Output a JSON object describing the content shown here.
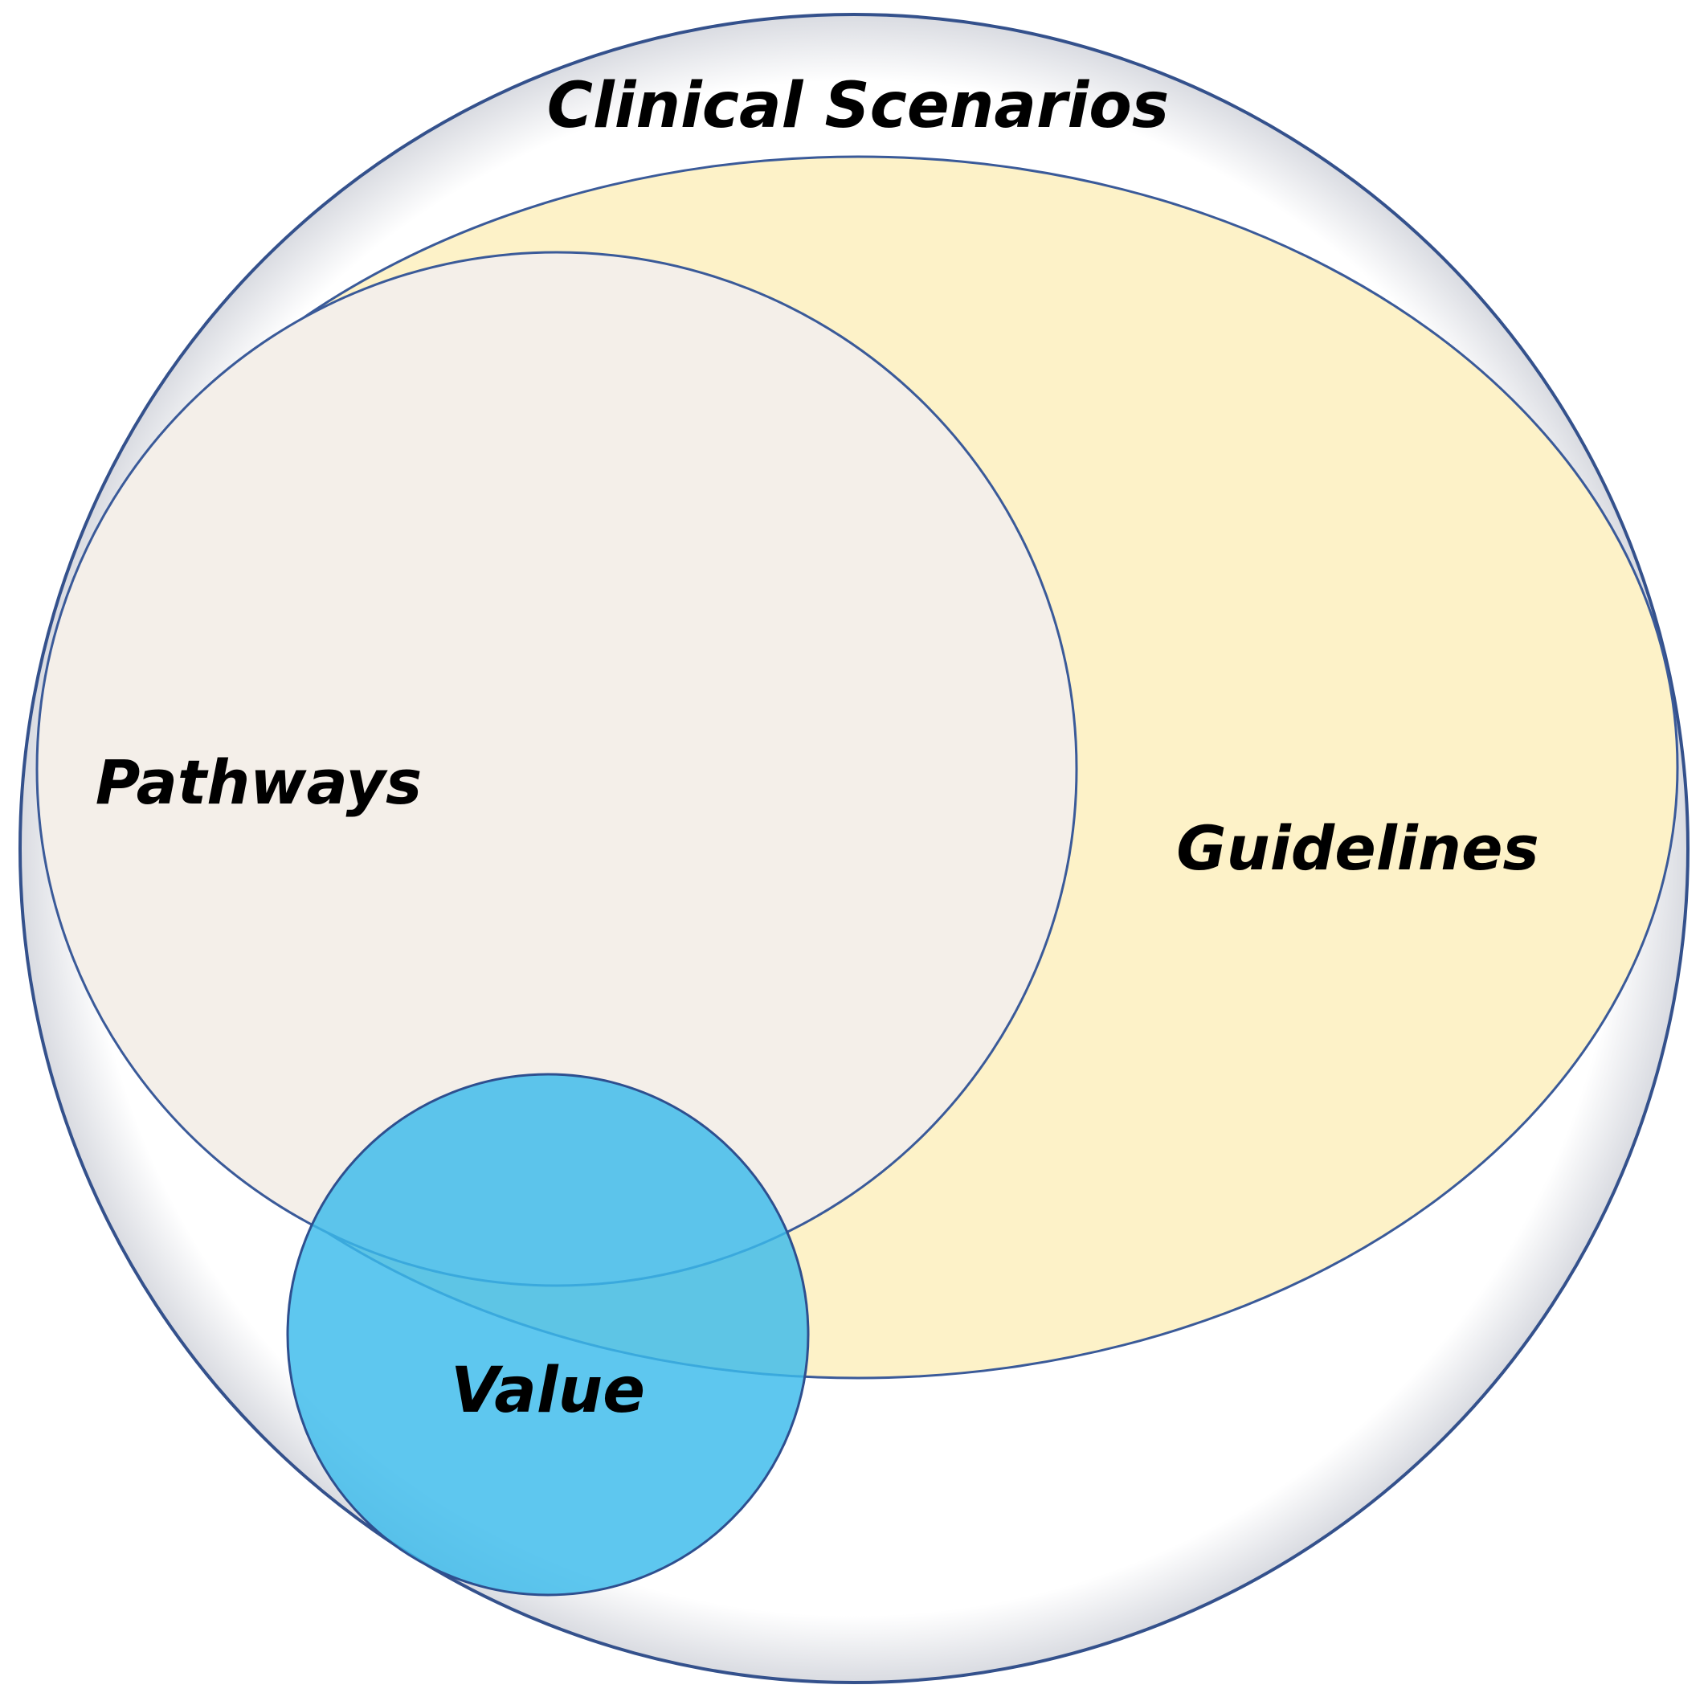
{
  "diagram": {
    "type": "nested-venn",
    "sets": {
      "clinical_scenarios": {
        "label": "Clinical Scenarios",
        "fill": "#ffffff",
        "stroke": "#34518c"
      },
      "guidelines": {
        "label": "Guidelines",
        "fill": "#fdf2c8",
        "stroke": "#3a5a99"
      },
      "pathways": {
        "label": "Pathways",
        "fill": "#f4efe9",
        "stroke": "#3a5a99"
      },
      "value": {
        "label": "Value",
        "fill": "#3bbbec",
        "stroke": "#2e4f8f"
      }
    },
    "relationships": [
      "Guidelines within Clinical Scenarios",
      "Pathways within Guidelines",
      "Value overlaps Pathways and Guidelines"
    ]
  }
}
